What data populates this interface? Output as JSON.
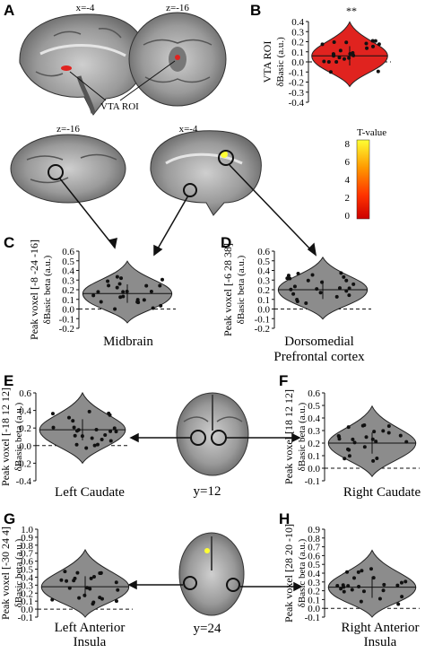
{
  "panels": {
    "A": "A",
    "B": "B",
    "C": "C",
    "D": "D",
    "E": "E",
    "F": "F",
    "G": "G",
    "H": "H"
  },
  "slice_labels": {
    "a_sag": "x=-4",
    "a_ax": "z=-16",
    "mid_ax": "z=-16",
    "mid_sag": "x=-4",
    "coronal1": "y=12",
    "coronal2": "y=24"
  },
  "roi_label": "VTA ROI",
  "significance": "**",
  "colorbar": {
    "title": "T-value",
    "ticks": [
      "8",
      "6",
      "4",
      "2",
      "0"
    ],
    "colors": [
      "#ffff33",
      "#ff9900",
      "#ff3300",
      "#cc0000"
    ]
  },
  "axis_text": {
    "delta_basic": "δBasic",
    "beta_au": "beta (a.u.)",
    "b_ylabel1": "VTA ROI",
    "b_ylabel2": "δBasic (a.u.)"
  },
  "peak_labels": {
    "C": "Peak voxel [-8 -24 -16]",
    "D": "Peak voxel [-6 28 38]",
    "E": "Peak voxel [-18 12 12]",
    "F": "Peak voxel [18 12 12]",
    "G": "Peak voxel [-30 24 4]",
    "H": "Peak voxel [28 20 -10]"
  },
  "regions": {
    "C": "Midbrain",
    "D1": "Dorsomedial",
    "D2": "Prefrontal cortex",
    "E": "Left Caudate",
    "F": "Right Caudate",
    "G1": "Left Anterior",
    "G2": "Insula",
    "H1": "Right Anterior",
    "H2": "Insula"
  },
  "chart_data": [
    {
      "panel": "B",
      "type": "violin",
      "ylim": [
        -0.4,
        0.4
      ],
      "ticks": [
        "0.4",
        "0.3",
        "0.2",
        "0.1",
        "0.0",
        "-0.1",
        "-0.2",
        "-0.3",
        "-0.4"
      ],
      "median": 0.06,
      "color": "#e0231f"
    },
    {
      "panel": "C",
      "type": "violin",
      "ylim": [
        -0.2,
        0.6
      ],
      "ticks": [
        "0.6",
        "0.5",
        "0.4",
        "0.3",
        "0.2",
        "0.1",
        "0.0",
        "-0.1",
        "-0.2"
      ],
      "median": 0.16,
      "color": "#8c8c8c"
    },
    {
      "panel": "D",
      "type": "violin",
      "ylim": [
        -0.2,
        0.6
      ],
      "ticks": [
        "0.6",
        "0.5",
        "0.4",
        "0.3",
        "0.2",
        "0.1",
        "0.0",
        "-0.1",
        "-0.2"
      ],
      "median": 0.2,
      "color": "#8c8c8c"
    },
    {
      "panel": "E",
      "type": "violin",
      "ylim": [
        -0.4,
        0.6
      ],
      "ticks": [
        "0.6",
        "0.4",
        "0.2",
        "0.0",
        "-0.2",
        "-0.4"
      ],
      "median": 0.18,
      "color": "#8c8c8c"
    },
    {
      "panel": "F",
      "type": "violin",
      "ylim": [
        -0.1,
        0.6
      ],
      "ticks": [
        "0.6",
        "0.5",
        "0.4",
        "0.3",
        "0.2",
        "0.1",
        "0.0",
        "-0.1"
      ],
      "median": 0.2,
      "color": "#8c8c8c"
    },
    {
      "panel": "G",
      "type": "violin",
      "ylim": [
        -0.1,
        1.0
      ],
      "ticks": [
        "1.0",
        "0.9",
        "0.8",
        "0.7",
        "0.6",
        "0.5",
        "0.4",
        "0.3",
        "0.2",
        "0.1",
        "0.0",
        "-0.1"
      ],
      "median": 0.28,
      "color": "#8c8c8c"
    },
    {
      "panel": "H",
      "type": "violin",
      "ylim": [
        -0.1,
        0.9
      ],
      "ticks": [
        "0.9",
        "0.8",
        "0.7",
        "0.6",
        "0.5",
        "0.4",
        "0.3",
        "0.2",
        "0.1",
        "0.0",
        "-0.1"
      ],
      "median": 0.24,
      "color": "#8c8c8c"
    }
  ]
}
